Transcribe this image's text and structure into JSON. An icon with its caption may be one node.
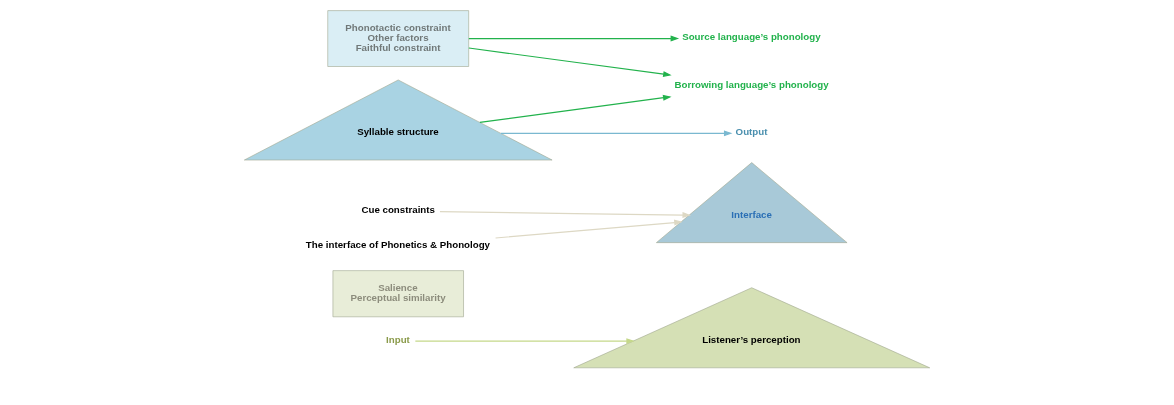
{
  "diagram": {
    "nodes": [
      {
        "text": [
          "Input"
        ]
      },
      {
        "text": [
          "Salience",
          "Perceptual similarity"
        ]
      },
      {
        "text": [
          "Listener’s perception"
        ]
      },
      {
        "text": [
          "Cue constraints"
        ]
      },
      {
        "text": [
          "Interface"
        ]
      },
      {
        "text": [
          "The interface of Phonetics & Phonology"
        ]
      },
      {
        "text": [
          "Phonotactic constraint",
          "Other factors",
          "Faithful constraint"
        ]
      },
      {
        "text": [
          "Syllable structure"
        ]
      },
      {
        "text": [
          "Output"
        ]
      },
      {
        "text": [
          "Borrowing language’s phonology"
        ]
      },
      {
        "text": [
          "Source language’s phonology"
        ]
      }
    ],
    "edges": [
      {
        "from": 0,
        "to": 2,
        "arrow": "to",
        "color": "#c5d88a"
      },
      {
        "from": 3,
        "to": 4,
        "arrow": "to",
        "color": "#ddd8c4"
      },
      {
        "from": 5,
        "to": 4,
        "arrow": "to",
        "color": "#ddd8c4"
      },
      {
        "from": 7,
        "to": 8,
        "arrow": "to",
        "color": "#7ab8d0"
      },
      {
        "from": 6,
        "to": 9,
        "arrow": "to",
        "color": "#22b24c"
      },
      {
        "from": 7,
        "to": 9,
        "arrow": "to",
        "color": "#22b24c"
      },
      {
        "from": 6,
        "to": 10,
        "arrow": "to",
        "color": "#22b24c"
      }
    ]
  }
}
